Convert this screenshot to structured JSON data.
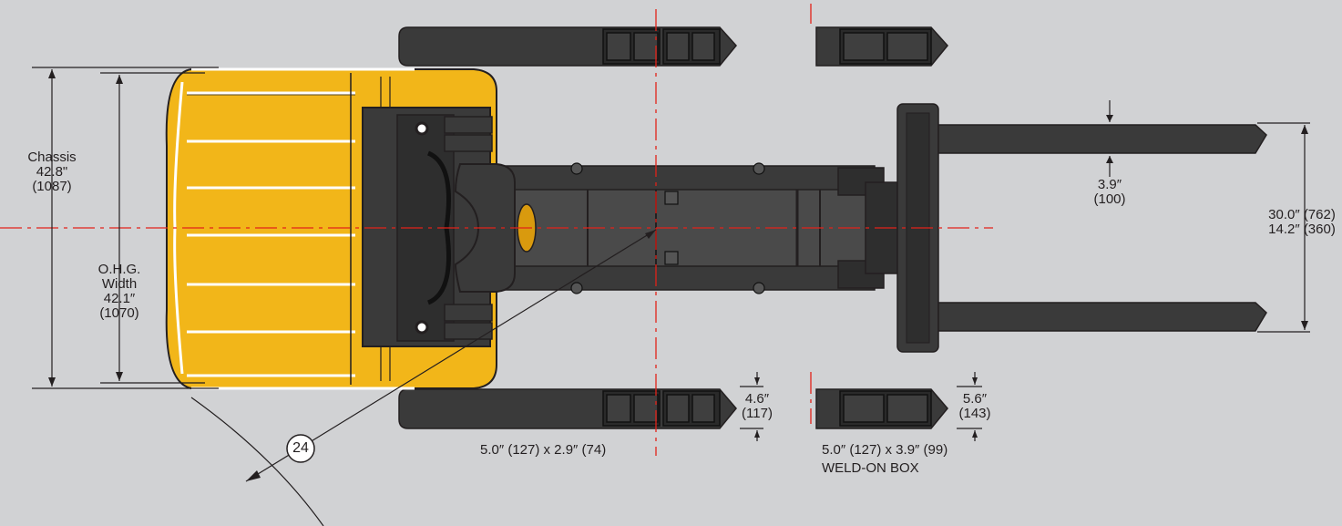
{
  "colors": {
    "background": "#d1d2d4",
    "body_yellow": "#f2b619",
    "body_dark_yellow": "#d99a0e",
    "component": "#3a3a3a",
    "component_dark": "#231f20",
    "centerline": "#e2231a",
    "dimension_line": "#231f20"
  },
  "labels": {
    "chassis": {
      "line1": "Chassis",
      "line2": "42.8\"",
      "line3": "(1087)"
    },
    "ohg": {
      "line1": "O.H.G.",
      "line2": "Width",
      "line3": "42.1″",
      "line4": "(1070)"
    },
    "fork_gap": {
      "line1": "3.9″",
      "line2": "(100)"
    },
    "fork_spread": {
      "line1": "30.0″ (762)",
      "line2": "14.2″ (360)"
    },
    "pad_height_1": {
      "line1": "4.6″",
      "line2": "(117)"
    },
    "pad_height_2": {
      "line1": "5.6″",
      "line2": "(143)"
    },
    "pad_size_1": "5.0″ (127) x 2.9″ (74)",
    "pad_size_2": "5.0″ (127) x 3.9″ (99)",
    "weld_on": "WELD-ON BOX",
    "turn_radius_marker": "24"
  },
  "icons": {
    "centerline": "dash-dot-centerline",
    "pivot": "pivot-circle-icon",
    "radius": "turning-radius-arc"
  }
}
